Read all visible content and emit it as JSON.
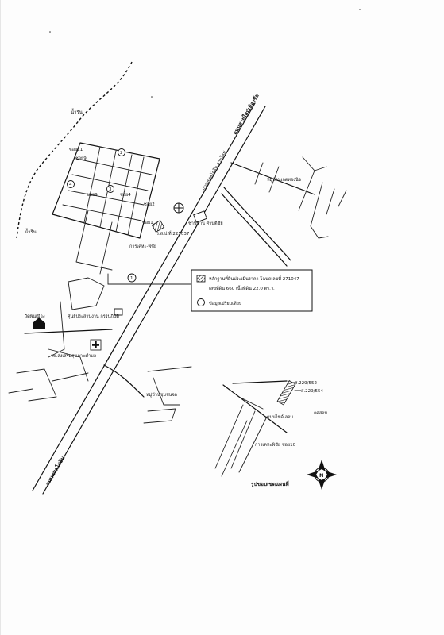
{
  "colors": {
    "ink": "#111111",
    "paper": "#fdfdfd"
  },
  "labels": {
    "river_upper": "น้ำริน",
    "river_lower": "น้ำริน",
    "highway_upper": "ถนนสายใหม่เมืองชัย",
    "highway_mid": "ถนนพหลโยธิน สายใหม่",
    "highway_lower": "ถนนพหลโยธิน",
    "soi_top_a": "ซอย11",
    "soi_top_b": "ซอย9",
    "soi_left_9": "ซอย9",
    "soi_center_4": "ซอย4",
    "soi_center_2": "ซอย2",
    "soi_block": "ซอย1",
    "parcel_code": "ร.ส.ป.ที่ 225037",
    "estate": "การเคหะ-พิชัย",
    "factory": "ชานบ้าน ศานติชัย",
    "village_right": "หมู่บ้านเกตทองนิจ",
    "temple": "วัดพ้นเมือง",
    "government": "ศูนย์ประสานงาน กรรปฏิบัติ",
    "hospital": "รพ.ส่งเสริมสุขภาพตำบล",
    "village_lower": "หมู่บ้านชุมชนจอ",
    "inset_parcel_a": "ส.229/552",
    "inset_parcel_b": "ส.229/554",
    "inset_road": "ถนนไซด์เลอบ.",
    "inset_office": "กศสอบ.",
    "inset_estate": "การเคหะพิชัย ซอย10",
    "inset_title": "รูปขอบเขตแผนที่",
    "north": "N"
  },
  "legend": {
    "parcel_line1": "หลักฐานที่ดินประเมินราคา โฉนดเลขที่ 271047",
    "parcel_line2": "เลขที่ดิน 660 เนื้อที่ดิน 22.0 ตร.ว.",
    "circle": "ข้อมูลเปรียบเทียบ"
  },
  "markers": [
    "1",
    "2",
    "3",
    "4"
  ]
}
